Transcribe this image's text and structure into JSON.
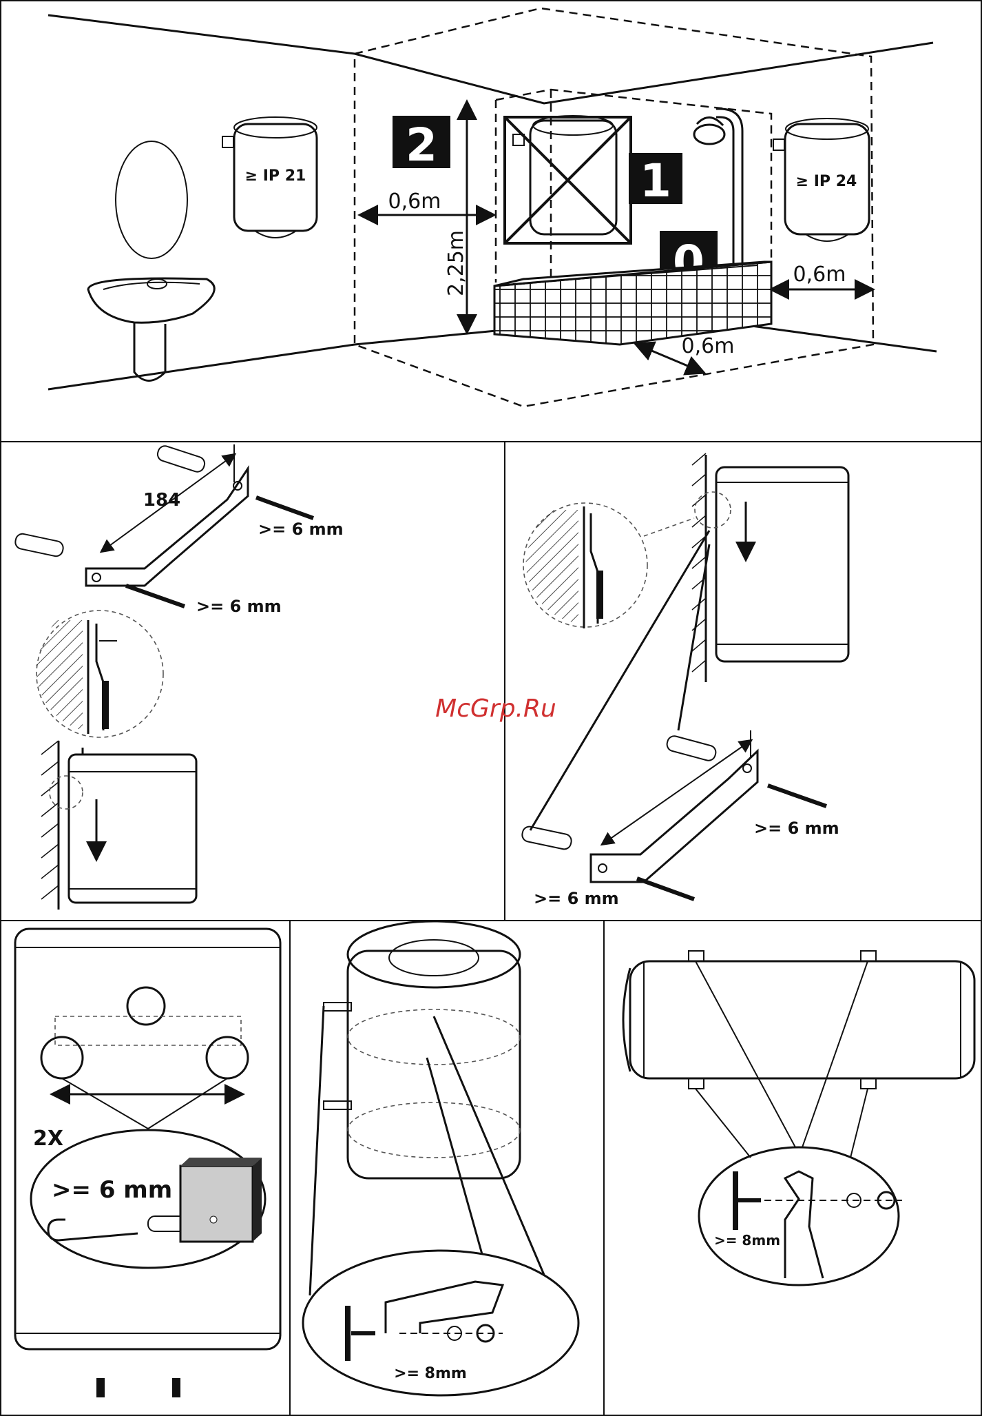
{
  "zones": {
    "zone_0": "0",
    "zone_1": "1",
    "zone_2": "2",
    "height_label": "2,25m",
    "dist_left": "0,6m",
    "dist_right": "0,6m",
    "dist_front": "0,6m",
    "heater_left_rating": "≥ IP 21",
    "heater_right_rating": "≥ IP 24"
  },
  "bracket_left": {
    "spacing": "184",
    "screw_top": ">= 6 mm",
    "screw_bottom": ">= 6 mm"
  },
  "bracket_right": {
    "screw_top": ">= 6 mm",
    "screw_bottom": ">= 6 mm"
  },
  "panel_wall_hook": {
    "count": "2X",
    "screw": ">= 6 mm"
  },
  "panel_vertical_bolt": {
    "bolt": ">= 8mm"
  },
  "panel_horizontal_bolt": {
    "bolt": ">= 8mm"
  },
  "watermark": "McGrp.Ru",
  "colors": {
    "ink": "#111111",
    "watermark": "#d03030",
    "background": "#ffffff"
  }
}
